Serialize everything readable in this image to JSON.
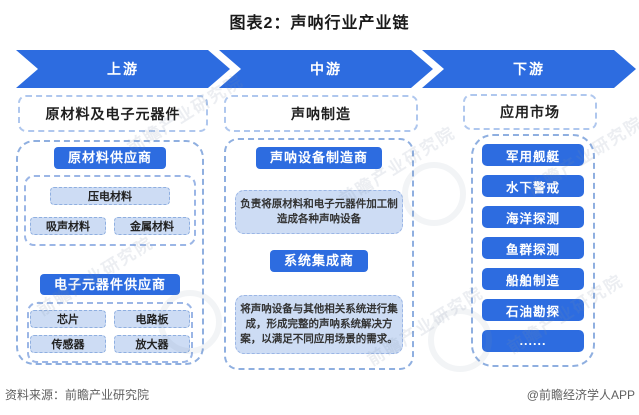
{
  "title": "图表2：声呐行业产业链",
  "stages": [
    {
      "label": "上游"
    },
    {
      "label": "中游"
    },
    {
      "label": "下游"
    }
  ],
  "columns": [
    {
      "header": "原材料及电子元器件",
      "groups": [
        {
          "title": "原材料供应商",
          "items": [
            "压电材料",
            "吸声材料",
            "金属材料"
          ]
        },
        {
          "title": "电子元器件供应商",
          "items": [
            "芯片",
            "电路板",
            "传感器",
            "放大器"
          ]
        }
      ]
    },
    {
      "header": "声呐制造",
      "groups": [
        {
          "title": "声呐设备制造商",
          "desc": "负责将原材料和电子元器件加工制造成各种声呐设备"
        },
        {
          "title": "系统集成商",
          "desc": "将声呐设备与其他相关系统进行集成，形成完整的声呐系统解决方案，以满足不同应用场景的需求。"
        }
      ]
    },
    {
      "header": "应用市场",
      "items": [
        "军用舰艇",
        "水下警戒",
        "海洋探测",
        "鱼群探测",
        "船舶制造",
        "石油勘探",
        "......"
      ]
    }
  ],
  "footer": {
    "source": "资料来源：前瞻产业研究院",
    "credit": "@前瞻经济学人APP"
  },
  "watermark": {
    "text": "前瞻产业研究院"
  },
  "colors": {
    "accent_blue": "#2D6CE0",
    "light_blue_fill": "#CDDCF4",
    "dashed_border_blue": "#8FAFE0",
    "header_text": "#1F1F1F",
    "footer_gray": "#5F5F5F"
  }
}
